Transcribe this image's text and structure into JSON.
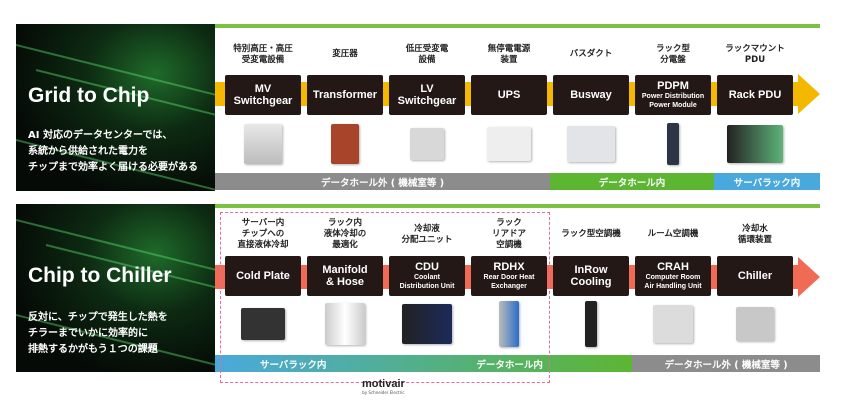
{
  "grid_to_chip": {
    "title": "Grid to Chip",
    "description": [
      "AI 対応のデータセンターでは、",
      "系統から供給された電力を",
      "チップまで効率よく届ける必要がある"
    ],
    "items": [
      {
        "jp": "特別高圧・高圧\n受変電設備",
        "main": "MV\nSwitchgear",
        "sub": ""
      },
      {
        "jp": "変圧器",
        "main": "Transformer",
        "sub": ""
      },
      {
        "jp": "低圧受変電\n設備",
        "main": "LV\nSwitchgear",
        "sub": ""
      },
      {
        "jp": "無停電電源\n装置",
        "main": "UPS",
        "sub": ""
      },
      {
        "jp": "バスダクト",
        "main": "Busway",
        "sub": ""
      },
      {
        "jp": "ラック型\n分電盤",
        "main": "PDPM",
        "sub": "Power Distribution\nPower Module"
      },
      {
        "jp": "ラックマウント\nPDU",
        "main": "Rack PDU",
        "sub": ""
      }
    ],
    "zones": [
      "データホール外 ( 機械室等 )",
      "データホール内",
      "サーバラック内"
    ],
    "colors": {
      "arrow": "#f5b800",
      "zone1": "#8c8c8c",
      "zone2": "#5cb632",
      "zone3": "#4aa9dc"
    }
  },
  "chip_to_chiller": {
    "title": "Chip to Chiller",
    "description": [
      "反対に、チップで発生した熱を",
      "チラーまでいかに効率的に",
      "排熱するかがもう１つの課題"
    ],
    "items": [
      {
        "jp": "サーバー内\nチップへの\n直接液体冷却",
        "main": "Cold Plate",
        "sub": ""
      },
      {
        "jp": "ラック内\n液体冷却の\n最適化",
        "main": "Manifold\n& Hose",
        "sub": ""
      },
      {
        "jp": "冷却液\n分配ユニット",
        "main": "CDU",
        "sub": "Coolant\nDistribution Unit"
      },
      {
        "jp": "ラック\nリアドア\n空調機",
        "main": "RDHX",
        "sub": "Rear Door Heat\nExchanger"
      },
      {
        "jp": "ラック型空調機",
        "main": "InRow\nCooling",
        "sub": ""
      },
      {
        "jp": "ルーム空調機",
        "main": "CRAH",
        "sub": "Computer Room\nAir Handling Unit"
      },
      {
        "jp": "冷却水\n循環装置",
        "main": "Chiller",
        "sub": ""
      }
    ],
    "zones": [
      "サーバラック内",
      "データホール内",
      "データホール外 ( 機械室等 )"
    ],
    "logo": {
      "name": "motivair",
      "tagline": "by Schneider Electric"
    },
    "colors": {
      "arrow": "#ef6b55",
      "zone_gradient_start": "#4aa9dc",
      "zone_gradient_end": "#5cb632",
      "zone3": "#8c8c8c"
    }
  }
}
